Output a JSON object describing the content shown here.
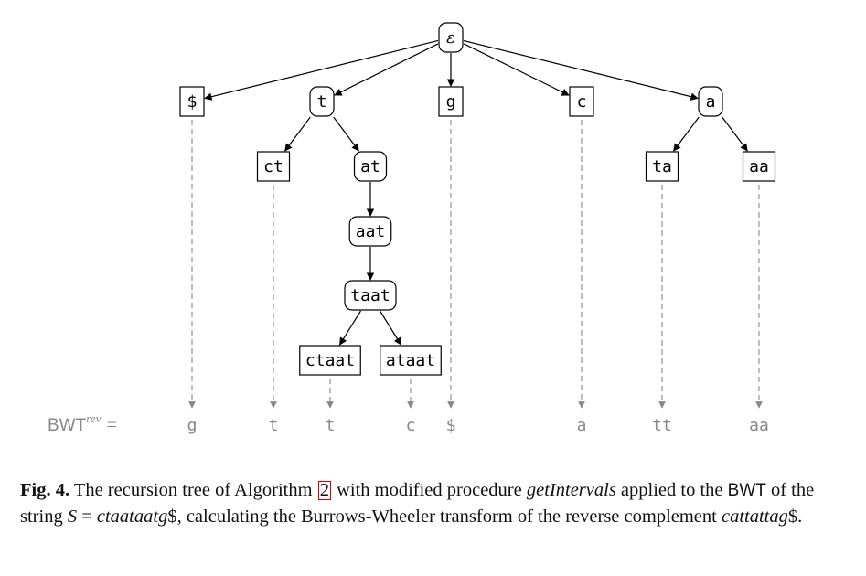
{
  "nodes": [
    {
      "id": "root",
      "label": "ε",
      "rounded": true
    },
    {
      "id": "dollar",
      "label": "$",
      "rounded": false
    },
    {
      "id": "t",
      "label": "t",
      "rounded": true
    },
    {
      "id": "g",
      "label": "g",
      "rounded": false
    },
    {
      "id": "c",
      "label": "c",
      "rounded": false
    },
    {
      "id": "a",
      "label": "a",
      "rounded": true
    },
    {
      "id": "ct",
      "label": "ct",
      "rounded": false
    },
    {
      "id": "at",
      "label": "at",
      "rounded": true
    },
    {
      "id": "ta",
      "label": "ta",
      "rounded": false
    },
    {
      "id": "aa",
      "label": "aa",
      "rounded": false
    },
    {
      "id": "aat",
      "label": "aat",
      "rounded": true
    },
    {
      "id": "taat",
      "label": "taat",
      "rounded": true
    },
    {
      "id": "ctaat",
      "label": "ctaat",
      "rounded": false
    },
    {
      "id": "ataat",
      "label": "ataat",
      "rounded": false
    }
  ],
  "edges": [
    [
      "root",
      "dollar"
    ],
    [
      "root",
      "t"
    ],
    [
      "root",
      "g"
    ],
    [
      "root",
      "c"
    ],
    [
      "root",
      "a"
    ],
    [
      "t",
      "ct"
    ],
    [
      "t",
      "at"
    ],
    [
      "at",
      "aat"
    ],
    [
      "aat",
      "taat"
    ],
    [
      "taat",
      "ctaat"
    ],
    [
      "taat",
      "ataat"
    ],
    [
      "a",
      "ta"
    ],
    [
      "a",
      "aa"
    ]
  ],
  "bwt": {
    "label": "BWT",
    "superscript": "rev",
    "equals": "=",
    "outputs": [
      {
        "from": "dollar",
        "value": "g"
      },
      {
        "from": "ct",
        "value": "t"
      },
      {
        "from": "ctaat",
        "value": "t"
      },
      {
        "from": "ataat",
        "value": "c"
      },
      {
        "from": "g",
        "value": "$"
      },
      {
        "from": "c",
        "value": "a"
      },
      {
        "from": "ta",
        "value": "tt"
      },
      {
        "from": "aa",
        "value": "aa"
      }
    ]
  },
  "caption": {
    "fig_label": "Fig. 4.",
    "text_1": " The recursion tree of Algorithm ",
    "algorithm_ref": "2",
    "text_2": " with modified procedure ",
    "procedure": "getIntervals",
    "text_3": " applied to the ",
    "bwt_word": "BWT",
    "text_4": " of the string ",
    "equation_lhs": "S",
    "equation_eq": " = ",
    "equation_rhs": "ctaataatg",
    "equation_end": "$",
    "text_5": ", calculating the Burrows-Wheeler transform of the reverse complement ",
    "reverse_complement": "cattattag",
    "text_6": "$."
  }
}
